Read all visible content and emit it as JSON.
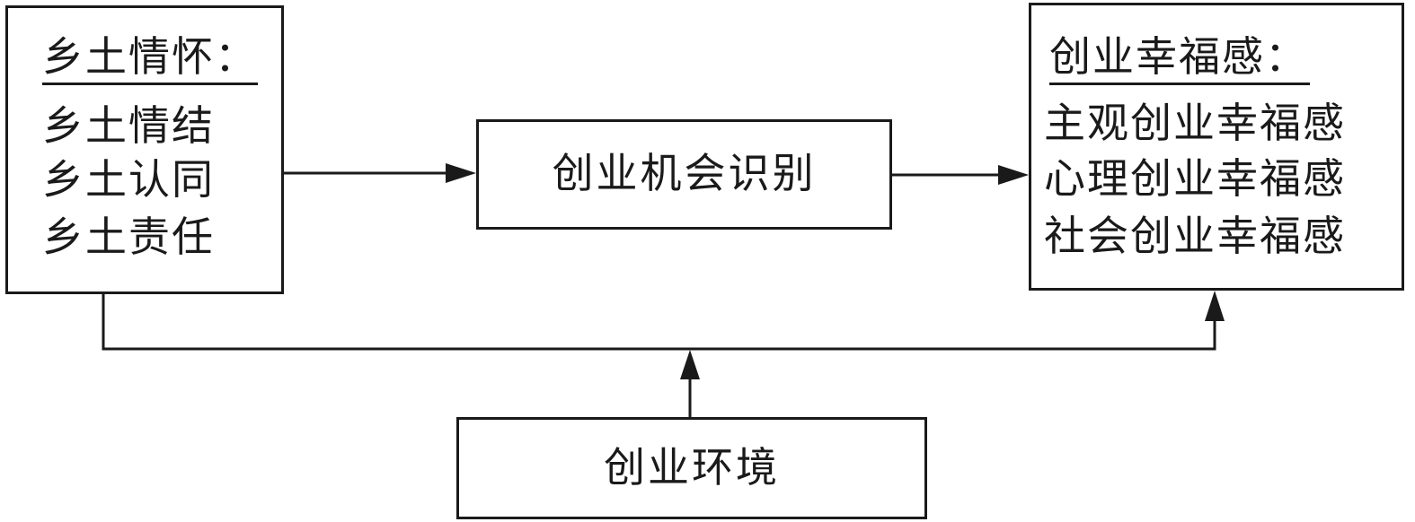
{
  "left_box": {
    "heading": "乡土情怀：",
    "items": [
      "乡土情结",
      "乡土认同",
      "乡土责任"
    ]
  },
  "middle_box": {
    "label": "创业机会识别"
  },
  "right_box": {
    "heading": "创业幸福感：",
    "items": [
      "主观创业幸福感",
      "心理创业幸福感",
      "社会创业幸福感"
    ]
  },
  "bottom_box": {
    "label": "创业环境"
  },
  "colors": {
    "stroke": "#1a1a1a",
    "background": "#ffffff"
  }
}
